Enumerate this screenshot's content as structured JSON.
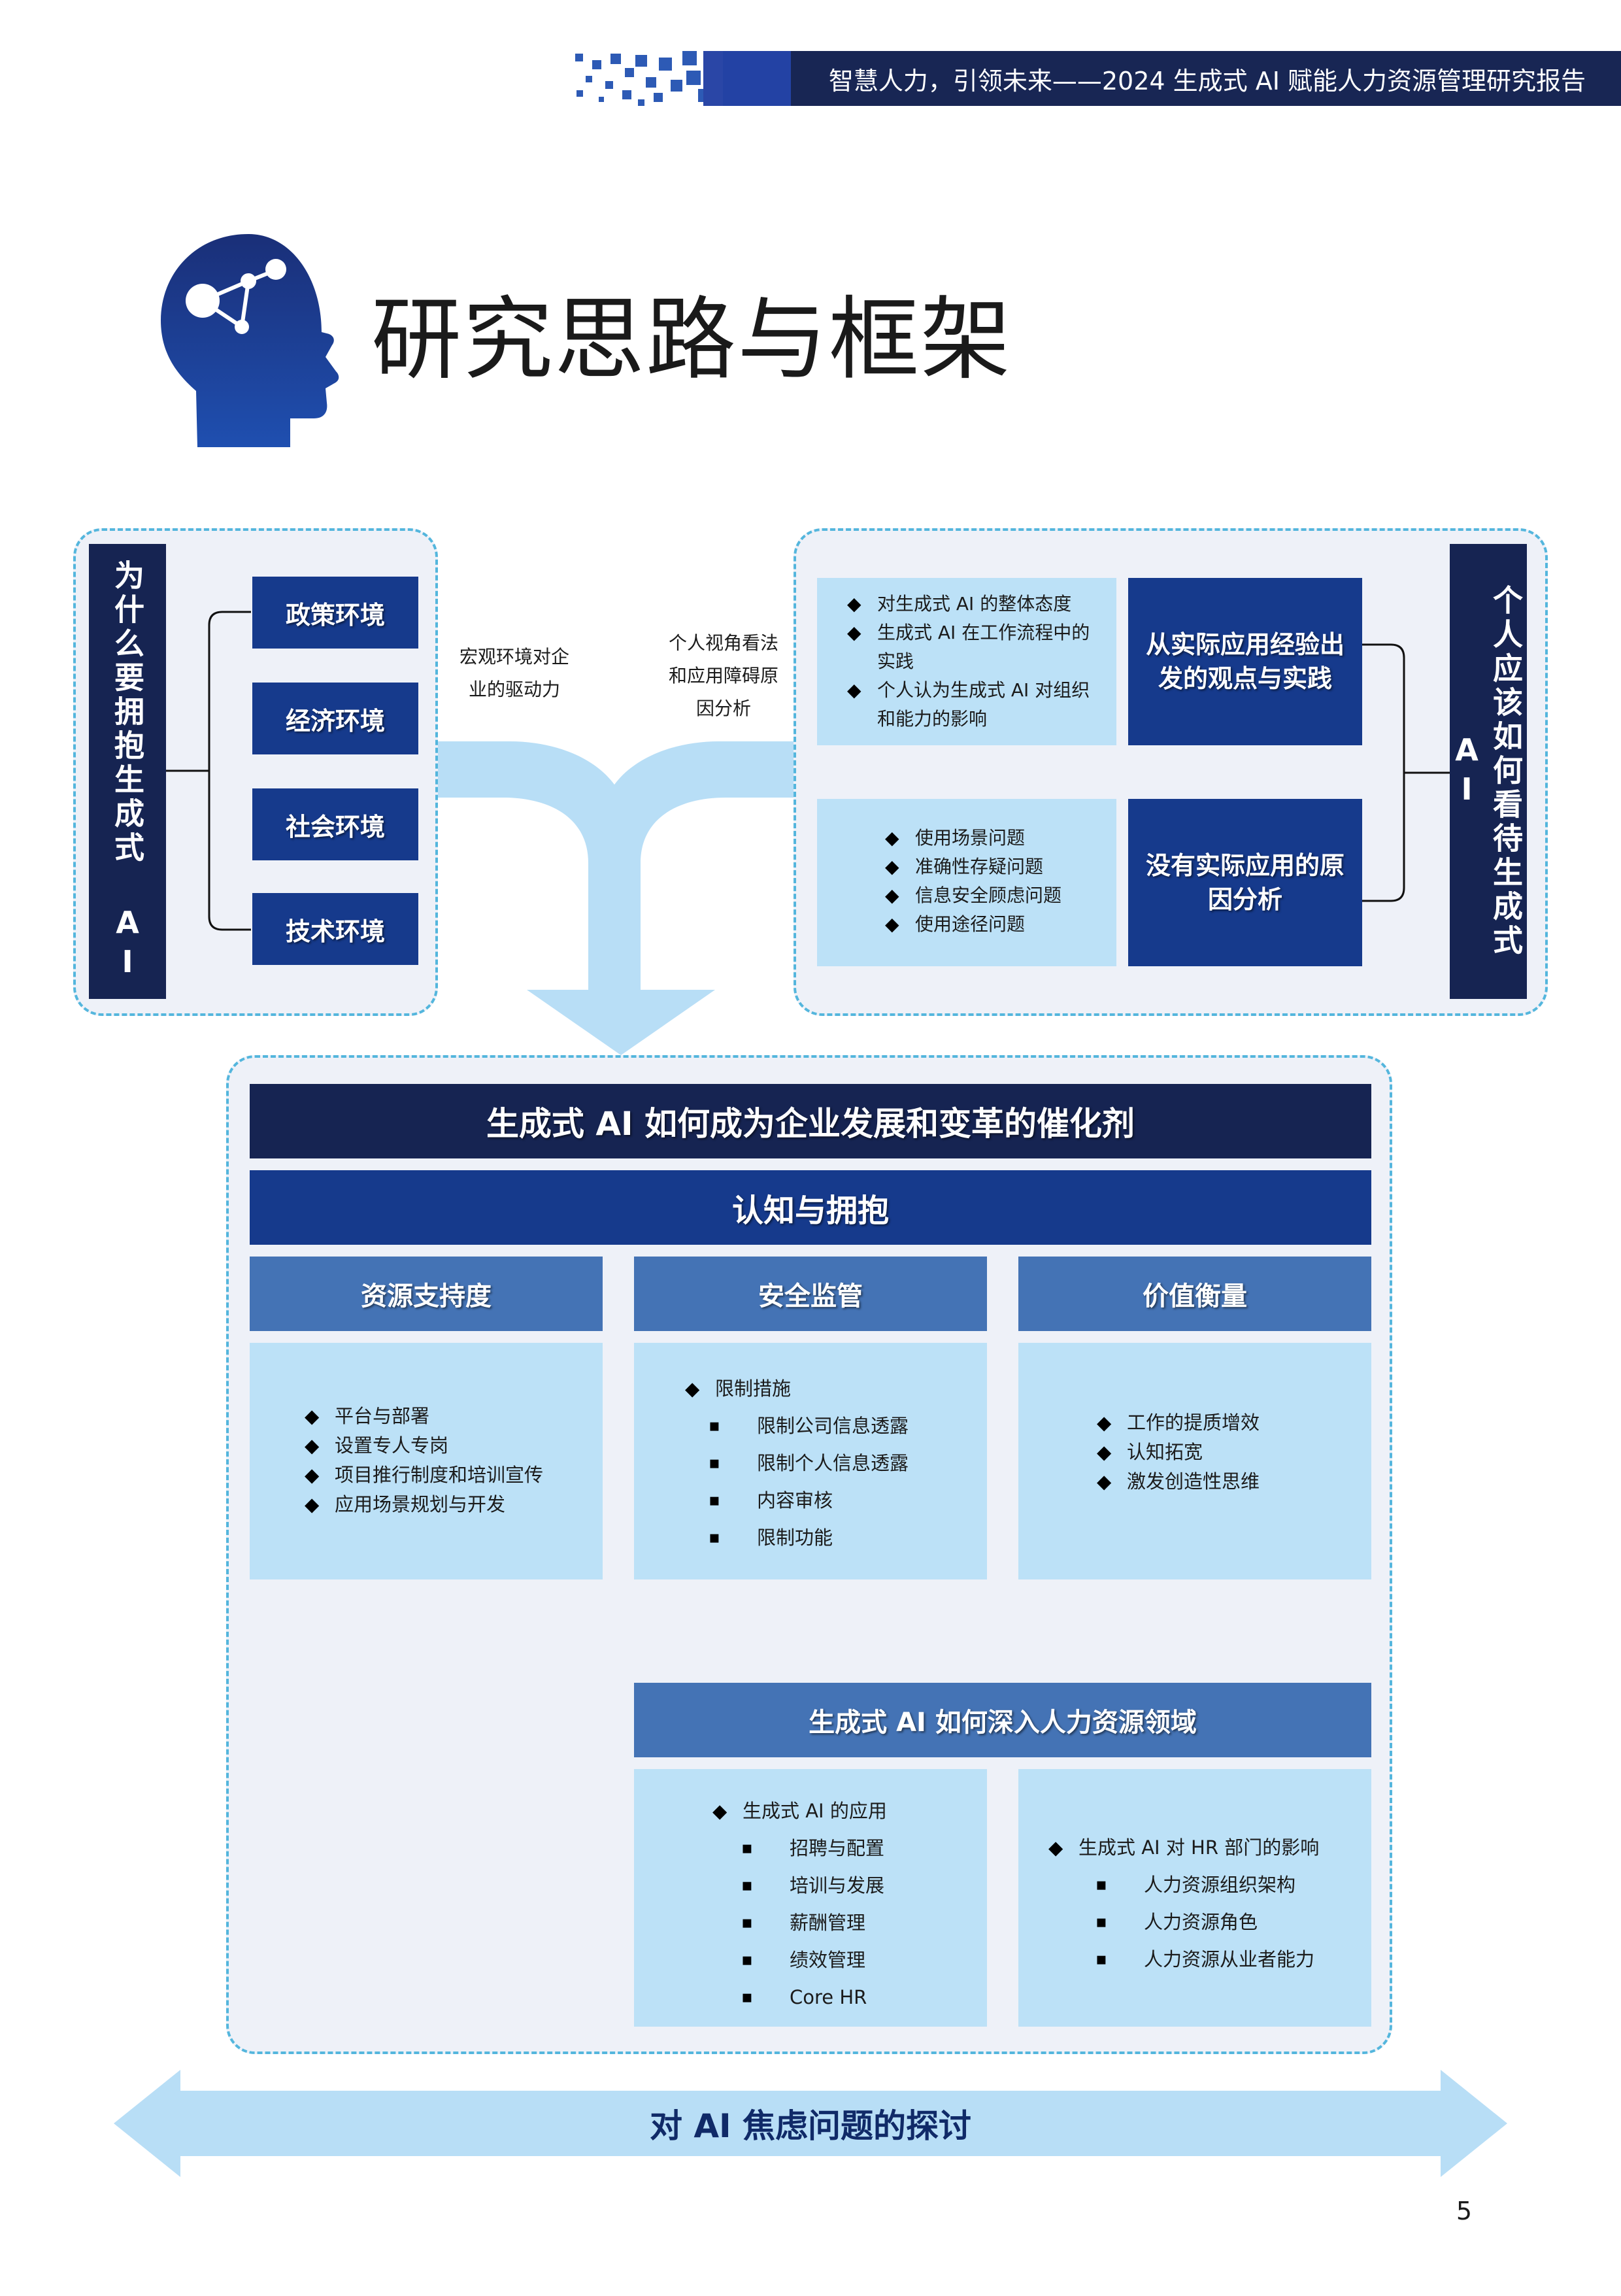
{
  "header": {
    "report_title": "智慧人力，引领未来——2024 生成式 AI 赋能人力资源管理研究报告"
  },
  "section": {
    "title": "研究思路与框架",
    "icon": "head-network-icon"
  },
  "left_panel": {
    "vertical_label": "为什么要拥抱生成式 AI",
    "items": [
      "政策环境",
      "经济环境",
      "社会环境",
      "技术环境"
    ],
    "caption": "宏观环境对企业的驱动力"
  },
  "right_panel": {
    "vertical_label": "个人应该如何看待生成式 AI",
    "caption": "个人视角看法和应用障碍原因分析",
    "block1": {
      "label": "从实际应用经验出发的观点与实践",
      "bullets": [
        "对生成式 AI 的整体态度",
        "生成式 AI 在工作流程中的实践",
        "个人认为生成式 AI 对组织和能力的影响"
      ]
    },
    "block2": {
      "label": "没有实际应用的原因分析",
      "bullets": [
        "使用场景问题",
        "准确性存疑问题",
        "信息安全顾虑问题",
        "使用途径问题"
      ]
    }
  },
  "framework": {
    "main_title": "生成式 AI 如何成为企业发展和变革的催化剂",
    "sub_title": "认知与拥抱",
    "columns": [
      {
        "header": "资源支持度",
        "bullets": [
          "平台与部署",
          "设置专人专岗",
          "项目推行制度和培训宣传",
          "应用场景规划与开发"
        ]
      },
      {
        "header": "安全监管",
        "bullet": "限制措施",
        "sub": [
          "限制公司信息透露",
          "限制个人信息透露",
          "内容审核",
          "限制功能"
        ]
      },
      {
        "header": "价值衡量",
        "bullets": [
          "工作的提质增效",
          "认知拓宽",
          "激发创造性思维"
        ]
      }
    ],
    "hr_section": {
      "header": "生成式 AI 如何深入人力资源领域",
      "left": {
        "bullet": "生成式 AI 的应用",
        "sub": [
          "招聘与配置",
          "培训与发展",
          "薪酬管理",
          "绩效管理",
          "Core HR"
        ]
      },
      "right": {
        "bullet": "生成式 AI 对 HR 部门的影响",
        "sub": [
          "人力资源组织架构",
          "人力资源角色",
          "人力资源从业者能力"
        ]
      }
    }
  },
  "bottom_arrow": {
    "label": "对 AI 焦虑问题的探讨"
  },
  "page_number": "5",
  "colors": {
    "navy": "#162452",
    "blue": "#163a8c",
    "steel": "#4473b5",
    "light": "#bce1f7",
    "arrow": "#b8def6",
    "dash": "#54b6dd"
  }
}
